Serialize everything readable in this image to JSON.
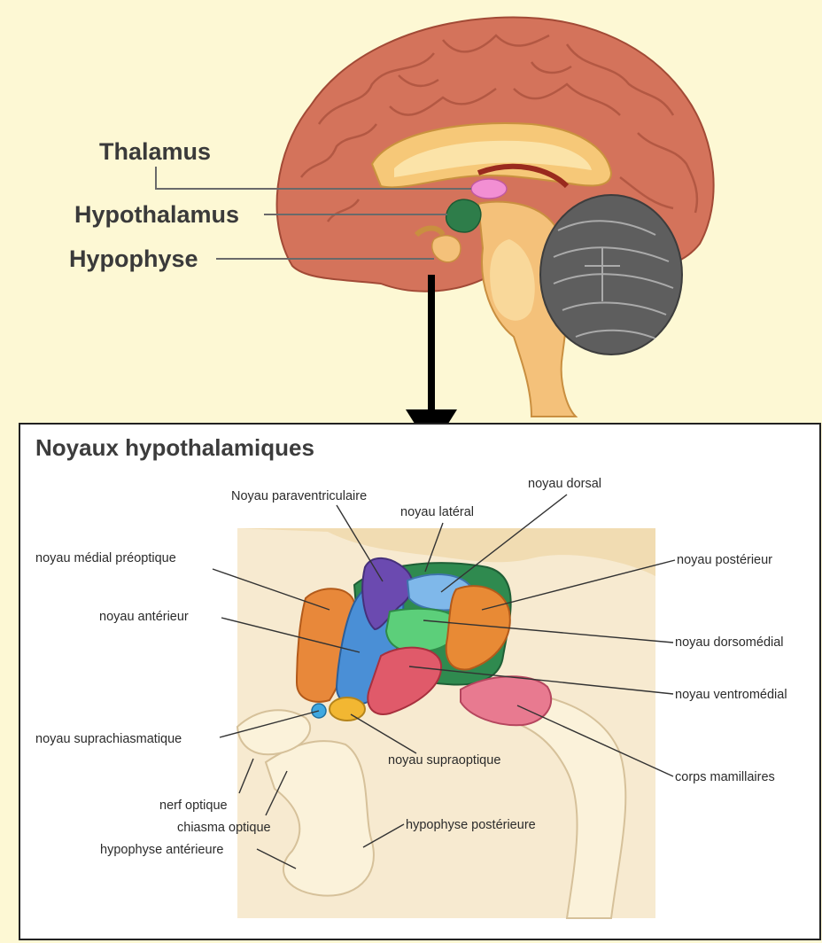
{
  "top_labels": {
    "thalamus": "Thalamus",
    "hypothalamus": "Hypothalamus",
    "hypophyse": "Hypophyse"
  },
  "panel": {
    "title": "Noyaux hypothalamiques",
    "labels": {
      "paraventriculaire": "Noyau paraventriculaire",
      "dorsal": "noyau dorsal",
      "lateral": "noyau latéral",
      "medial_preoptique": "noyau médial préoptique",
      "posterieur": "noyau postérieur",
      "anterieur": "noyau antérieur",
      "dorsomedial": "noyau dorsomédial",
      "ventromedial": "noyau ventromédial",
      "suprachiasmatique": "noyau suprachiasmatique",
      "supraoptique": "noyau supraoptique",
      "mamillaires": "corps mamillaires",
      "nerf_optique": "nerf optique",
      "chiasma_optique": "chiasma optique",
      "hypophyse_posterieure": "hypophyse postérieure",
      "hypophyse_anterieure": "hypophyse antérieure"
    }
  },
  "colors": {
    "background": "#fdf8d4",
    "cortex": "#d6735a",
    "cerebellum": "#6b6b6b",
    "stem": "#f3c27a",
    "thalamus": "#f08fcf",
    "hypothalamus": "#2e7d4a"
  }
}
